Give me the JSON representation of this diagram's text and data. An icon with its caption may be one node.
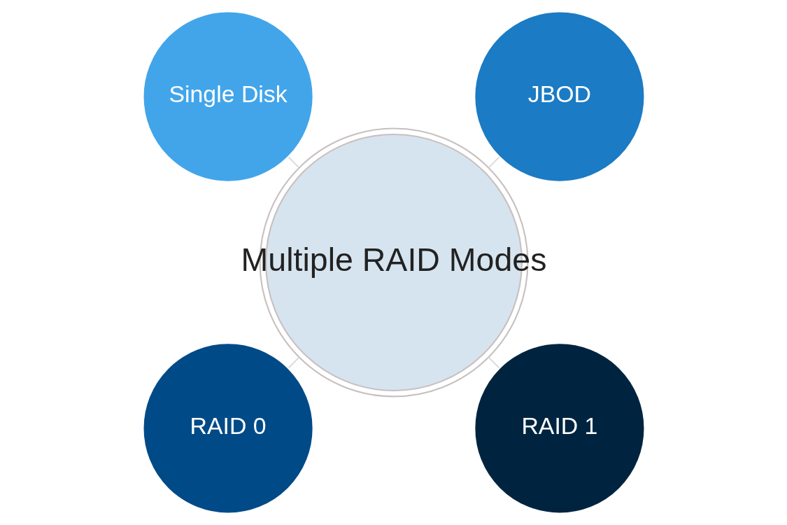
{
  "diagram": {
    "nodes": [
      {
        "text": [
          "JBOD"
        ]
      },
      {
        "text": [
          "Single Disk"
        ]
      },
      {
        "text": [
          "Multiple RAID Modes"
        ]
      },
      {
        "text": [
          "RAID 0"
        ]
      },
      {
        "text": [
          "RAID 1"
        ]
      }
    ],
    "edges": [
      {
        "from": 2,
        "to": 0,
        "arrow": "none"
      },
      {
        "from": 2,
        "to": 1,
        "arrow": "none"
      },
      {
        "from": 2,
        "to": 3,
        "arrow": "none"
      },
      {
        "from": 2,
        "to": 4,
        "arrow": "none"
      }
    ]
  }
}
